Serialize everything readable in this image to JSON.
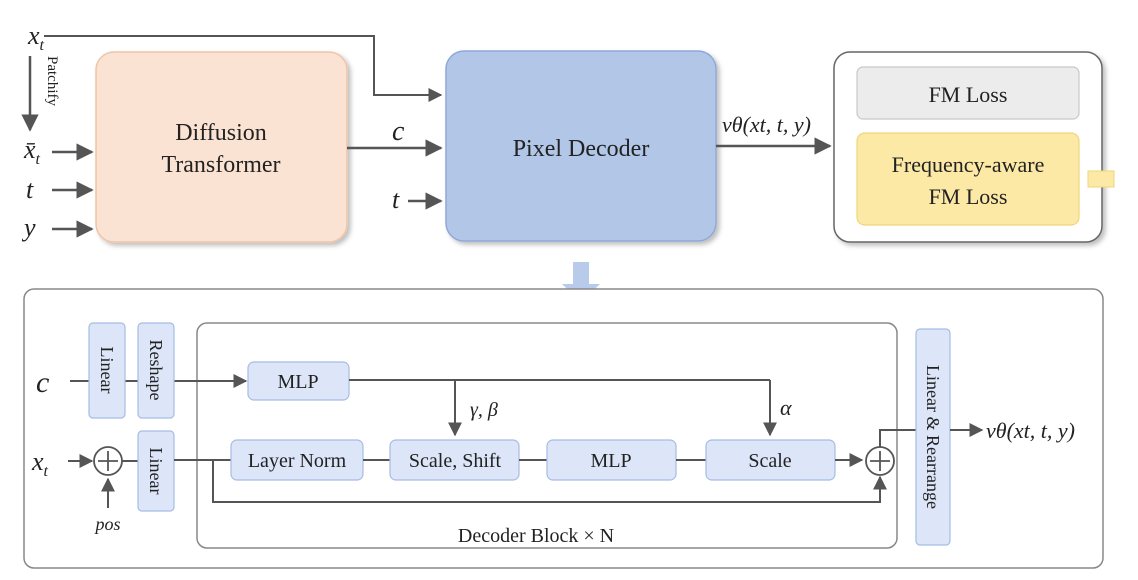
{
  "top": {
    "inputs": {
      "xt": "x",
      "xt_sub": "t",
      "patchify": "Patchify",
      "xbar": "x̄",
      "xbar_sub": "t",
      "t": "t",
      "y": "y"
    },
    "diffusion_transformer": {
      "line1": "Diffusion",
      "line2": "Transformer"
    },
    "c_label": "c",
    "t_label": "t",
    "pixel_decoder": {
      "label": "Pixel Decoder"
    },
    "output_label": "vθ(xt, t, y)",
    "loss_panel": {
      "fm_loss": "FM Loss",
      "freq_line1": "Frequency-aware",
      "freq_line2": "FM Loss"
    }
  },
  "bottom": {
    "c_label": "c",
    "xt": "x",
    "xt_sub": "t",
    "pos_label": "pos",
    "linear_left": "Linear",
    "reshape": "Reshape",
    "linear_mid": "Linear",
    "mlp_top": "MLP",
    "gamma_beta": "γ, β",
    "alpha": "α",
    "layer_norm": "Layer Norm",
    "scale_shift": "Scale, Shift",
    "mlp_mid": "MLP",
    "scale": "Scale",
    "linear_rearrange": "Linear & Rearrange",
    "decoder_block": "Decoder Block × N",
    "output_label": "vθ(xt, t, y)"
  },
  "colors": {
    "dit_fill": "#fbe3d3",
    "pixel_decoder_fill": "#b2c6e8",
    "block_fill": "#dce6f8",
    "fm_loss_fill": "#ececec",
    "freq_fill": "#fde9a6",
    "arrow_color": "#555555"
  }
}
